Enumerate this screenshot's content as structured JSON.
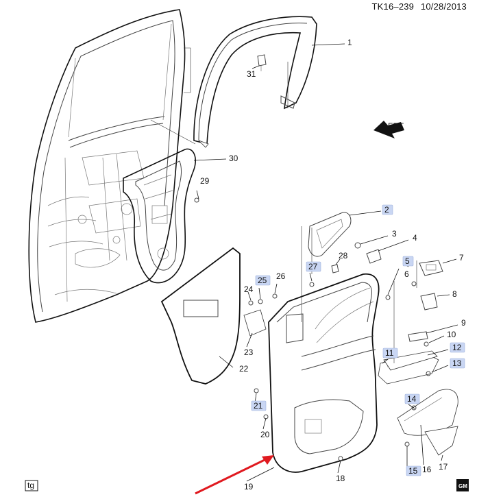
{
  "header": {
    "doc_id": "TK16–239",
    "date": "10/28/2013"
  },
  "fwd_label": "FRT",
  "corner_tag": "tg",
  "gm_logo_text": "GM",
  "parts": [
    {
      "num": "1",
      "highlighted": false
    },
    {
      "num": "2",
      "highlighted": true
    },
    {
      "num": "3",
      "highlighted": false
    },
    {
      "num": "4",
      "highlighted": false
    },
    {
      "num": "5",
      "highlighted": true
    },
    {
      "num": "6",
      "highlighted": false
    },
    {
      "num": "7",
      "highlighted": false
    },
    {
      "num": "8",
      "highlighted": false
    },
    {
      "num": "9",
      "highlighted": false
    },
    {
      "num": "10",
      "highlighted": false
    },
    {
      "num": "11",
      "highlighted": true
    },
    {
      "num": "12",
      "highlighted": true
    },
    {
      "num": "13",
      "highlighted": true
    },
    {
      "num": "14",
      "highlighted": true
    },
    {
      "num": "15",
      "highlighted": true
    },
    {
      "num": "16",
      "highlighted": false
    },
    {
      "num": "17",
      "highlighted": false
    },
    {
      "num": "18",
      "highlighted": false
    },
    {
      "num": "19",
      "highlighted": false
    },
    {
      "num": "20",
      "highlighted": false
    },
    {
      "num": "21",
      "highlighted": true
    },
    {
      "num": "22",
      "highlighted": false
    },
    {
      "num": "23",
      "highlighted": false
    },
    {
      "num": "24",
      "highlighted": false
    },
    {
      "num": "25",
      "highlighted": true
    },
    {
      "num": "26",
      "highlighted": false
    },
    {
      "num": "27",
      "highlighted": true
    },
    {
      "num": "28",
      "highlighted": false
    },
    {
      "num": "29",
      "highlighted": false
    },
    {
      "num": "30",
      "highlighted": false
    },
    {
      "num": "31",
      "highlighted": false
    }
  ],
  "colors": {
    "highlight": "#c9d6f3",
    "arrow": "#e0191f",
    "line": "#111111"
  }
}
